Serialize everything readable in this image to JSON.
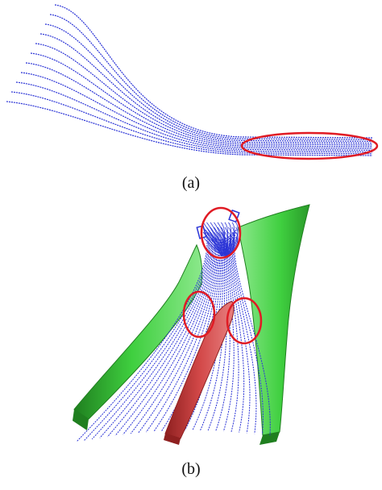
{
  "figure": {
    "panels": [
      {
        "id": "a",
        "caption": "(a)"
      },
      {
        "id": "b",
        "caption": "(b)"
      }
    ],
    "colors": {
      "streamline": "#2b34d6",
      "highlight": "#e01b24",
      "blade_green": "#3fcf3f",
      "blade_green_dark": "#1f7f1f",
      "blade_red": "#d24848",
      "blade_red_dark": "#8f2020"
    }
  }
}
